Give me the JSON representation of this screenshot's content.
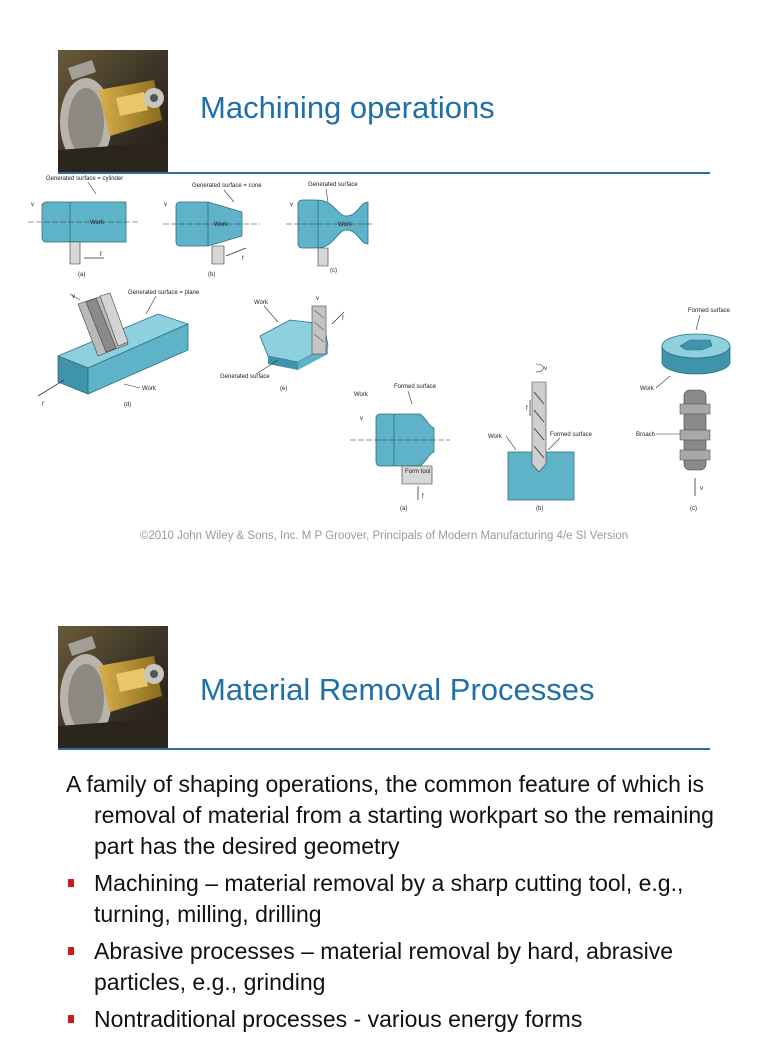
{
  "slides": [
    {
      "title": "Machining operations",
      "figure_labels": {
        "surface_cylinder": "Generated surface = cylinder",
        "surface_cone": "Generated surface = cone",
        "surface_generic": "Generated surface",
        "surface_plane": "Generated surface = plane",
        "formed_surface": "Formed surface",
        "work": "Work",
        "form_tool": "Form tool",
        "broach": "Broach",
        "v": "v",
        "f": "f",
        "a": "(a)",
        "b": "(b)",
        "c": "(c)",
        "d": "(d)",
        "e": "(e)"
      },
      "footer": "©2010 John Wiley & Sons, Inc.  M P Groover, Principals of Modern Manufacturing 4/e SI Version"
    },
    {
      "title": "Material Removal Processes",
      "intro": "A family of shaping operations, the common feature of which is removal of material from a starting workpart so the remaining part has the desired geometry",
      "bullets": [
        "Machining – material removal by a sharp cutting tool, e.g., turning, milling, drilling",
        "Abrasive processes – material removal by hard, abrasive particles, e.g., grinding",
        "Nontraditional processes - various energy forms"
      ]
    }
  ],
  "colors": {
    "title": "#1f6fa8",
    "rule": "#2a6ea4",
    "bullet": "#cc1b1b",
    "work": "#5fb3c9",
    "footer": "#9a9a9a"
  }
}
